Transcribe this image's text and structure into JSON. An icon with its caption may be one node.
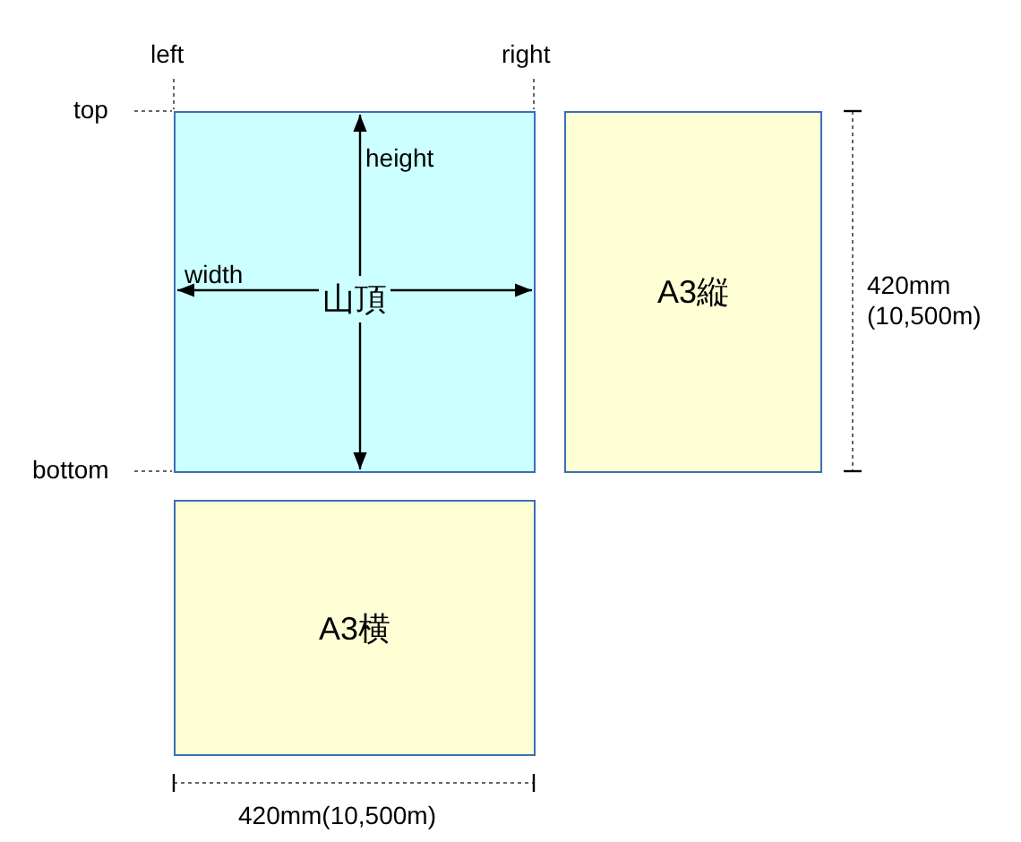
{
  "diagram": {
    "nodes": [
      {
        "text": [
          "山頂"
        ]
      },
      {
        "text": [
          "A3縦"
        ]
      },
      {
        "text": [
          "A3横"
        ]
      }
    ],
    "labels": [
      "left",
      "right",
      "top",
      "height",
      "width",
      "bottom",
      "420mm (10,500m)",
      "420mm(10,500m)"
    ]
  }
}
